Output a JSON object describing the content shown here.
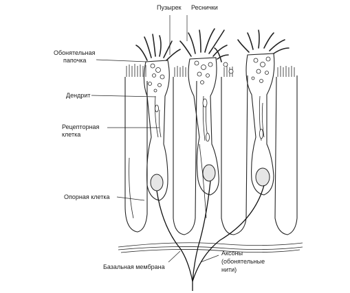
{
  "labels": {
    "vesicle": "Пузырек",
    "cilia": "Реснички",
    "olfactory_knob_1": "Обонятельная",
    "olfactory_knob_2": "папочка",
    "dendrite": "Дендрит",
    "receptor_cell_1": "Рецепторная",
    "receptor_cell_2": "клетка",
    "support_cell": "Опорная клетка",
    "basal_membrane": "Базальная мембрана",
    "axons_1": "Аксоны",
    "axons_2": "(обонятельные",
    "axons_3": "нити)"
  }
}
